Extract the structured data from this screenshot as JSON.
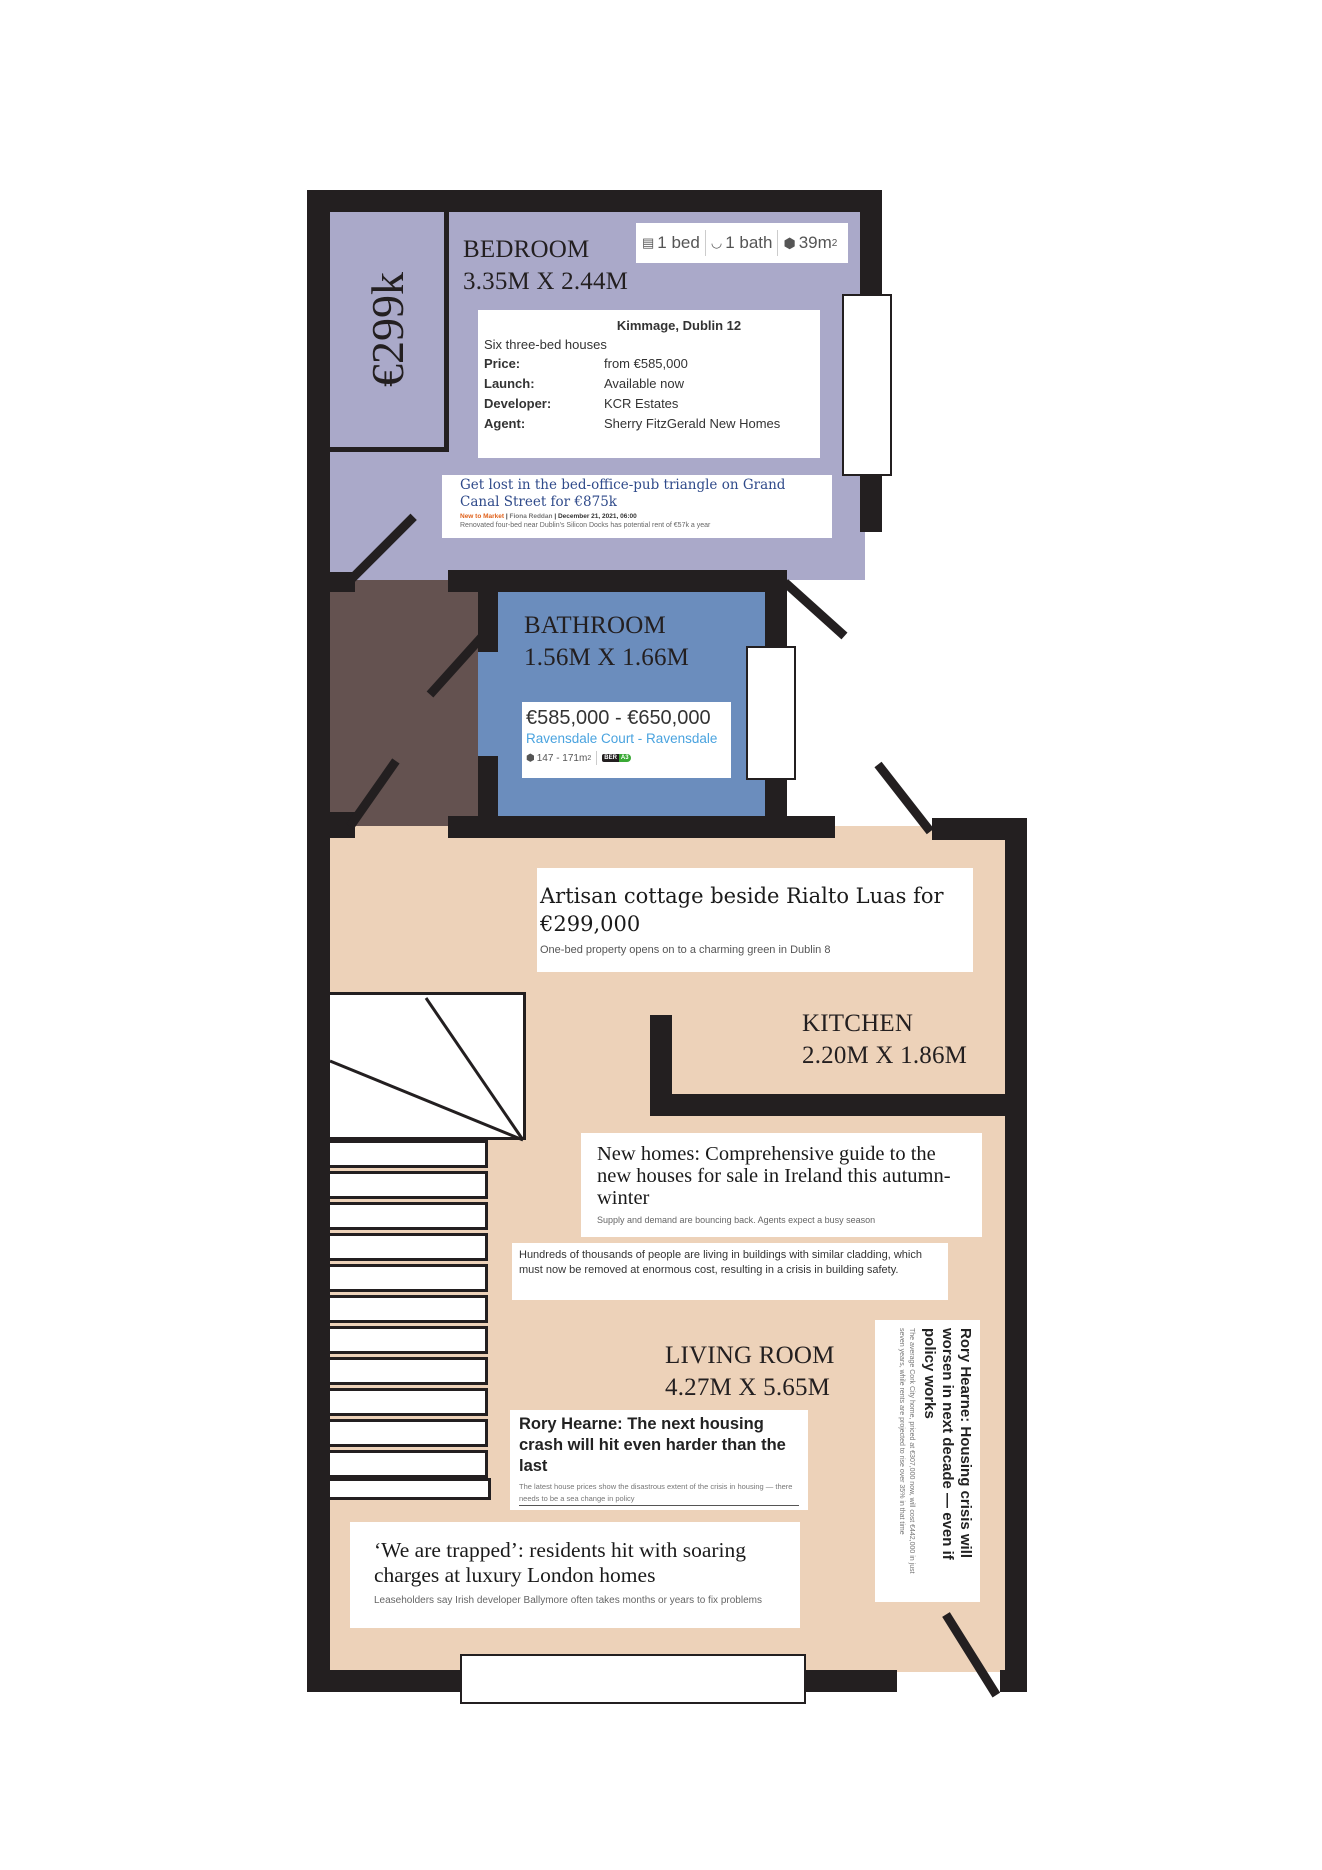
{
  "colors": {
    "wall": "#231f20",
    "bedroom": "#aaa9c9",
    "hall": "#645250",
    "bathroom": "#6b8dbd",
    "living": "#edd2b9",
    "link_blue": "#2f4a8a",
    "accent_orange": "#e0621c",
    "ravens_blue": "#4aa3df",
    "ber_green": "#3aa935"
  },
  "rooms": {
    "bedroom": {
      "name": "BEDROOM",
      "dims": "3.35M X 2.44M"
    },
    "bathroom": {
      "name": "BATHROOM",
      "dims": "1.56M X 1.66M"
    },
    "kitchen": {
      "name": "KITCHEN",
      "dims": "2.20M X 1.86M"
    },
    "living": {
      "name": "LIVING ROOM",
      "dims": "4.27M X 5.65M"
    }
  },
  "closet": {
    "price": "€299k"
  },
  "stats": {
    "beds": "1 bed",
    "baths": "1 bath",
    "area": "39m",
    "area_sup": "2",
    "icons": [
      "bed-icon",
      "bath-icon",
      "cube-icon"
    ]
  },
  "info_card": {
    "title": "Kimmage, Dublin 12",
    "subtitle": "Six three-bed houses",
    "rows": [
      {
        "label": "Price:",
        "value": "from €585,000"
      },
      {
        "label": "Launch:",
        "value": "Available now"
      },
      {
        "label": "Developer:",
        "value": "KCR Estates"
      },
      {
        "label": "Agent:",
        "value": "Sherry FitzGerald New Homes"
      }
    ]
  },
  "grand_canal": {
    "headline": "Get lost in the bed-office-pub triangle on Grand Canal Street for €875k",
    "section": "New to Market",
    "author": "Fiona Reddan",
    "date": "December 21, 2021, 06:00",
    "standfirst": "Renovated four-bed near Dublin's Silicon Docks has potential rent of €57k a year"
  },
  "ravensdale": {
    "price": "€585,000 - €650,000",
    "name": "Ravensdale Court - Ravensdale",
    "area": "147 - 171m",
    "area_sup": "2",
    "ber_label": "BER",
    "ber_rating": "A3"
  },
  "artisan": {
    "headline": "Artisan cottage beside Rialto Luas for €299,000",
    "standfirst": "One-bed property opens on to a charming green in Dublin 8"
  },
  "new_homes": {
    "headline": "New homes: Comprehensive guide to the new houses for sale in Ireland this autumn-winter",
    "standfirst": "Supply and demand are bouncing back. Agents expect a busy season"
  },
  "cladding": {
    "text": "Hundreds of thousands of people are living in buildings with similar cladding, which must now be removed at enormous cost, resulting in a crisis in building safety."
  },
  "rory_vertical": {
    "headline": "Rory Hearne: Housing crisis will worsen in next decade — even if policy works",
    "standfirst": "The average Cork City home, priced at €307,000 now, will cost €442,000 in just seven years, while rents are projected to rise over 35% in that time"
  },
  "rory_next": {
    "headline": "Rory Hearne: The next housing crash will hit even harder than the last",
    "standfirst": "The latest house prices show the disastrous extent of the crisis in housing — there needs to be a sea change in policy"
  },
  "trapped": {
    "headline": "‘We are trapped’: residents hit with soaring charges at luxury London homes",
    "standfirst": "Leaseholders say Irish developer Ballymore often takes months or years to fix problems"
  }
}
